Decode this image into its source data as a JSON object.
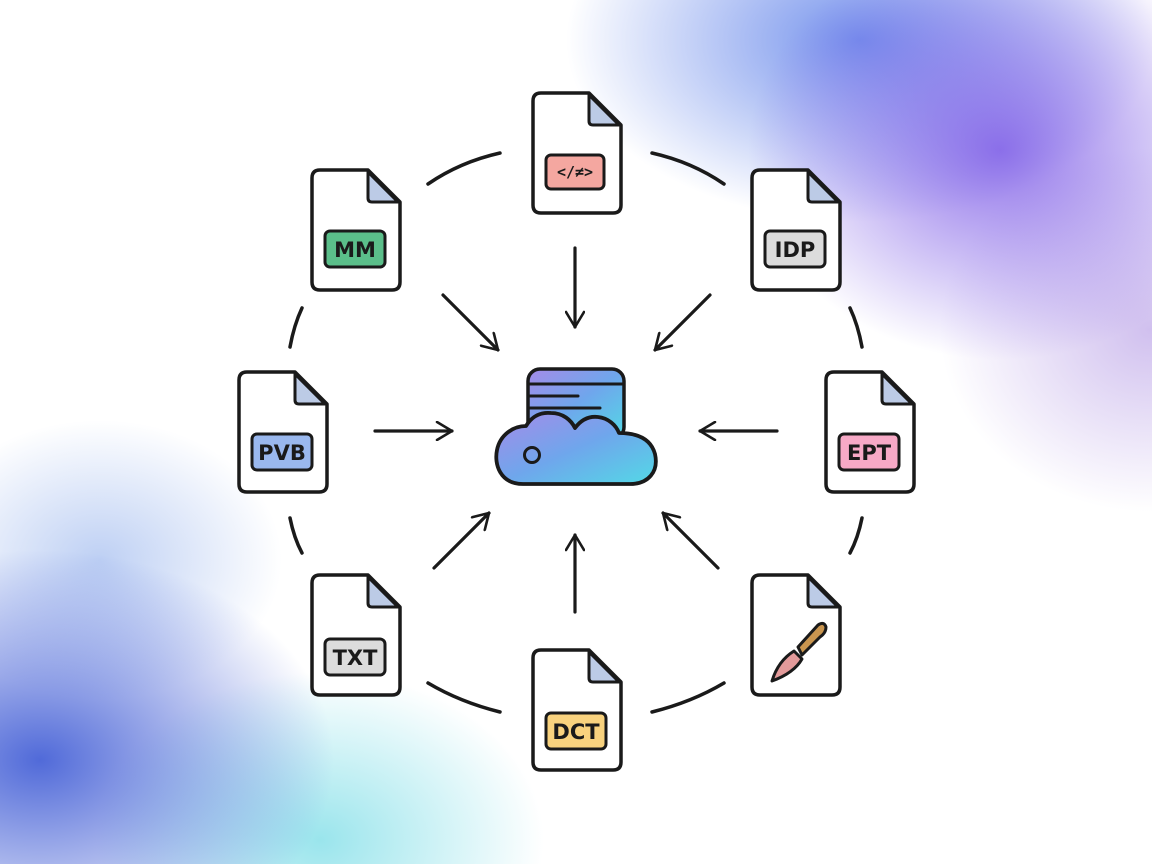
{
  "hub": {
    "icon": "cloud-database-icon"
  },
  "files": [
    {
      "id": "top",
      "label": "</≠>",
      "tag_color": "#f4a7a0",
      "icon": "code-file-icon"
    },
    {
      "id": "top-right",
      "label": "IDP",
      "tag_color": "#dcdcdc",
      "icon": "file-icon"
    },
    {
      "id": "right",
      "label": "EPT",
      "tag_color": "#f7a9c6",
      "icon": "file-icon"
    },
    {
      "id": "bottom-right",
      "label": "",
      "tag_color": "",
      "icon": "paintbrush-file-icon"
    },
    {
      "id": "bottom",
      "label": "DCT",
      "tag_color": "#f8d27e",
      "icon": "file-icon"
    },
    {
      "id": "bottom-left",
      "label": "TXT",
      "tag_color": "#dcdcdc",
      "icon": "file-icon"
    },
    {
      "id": "left",
      "label": "PVB",
      "tag_color": "#9ab8ee",
      "icon": "file-icon"
    },
    {
      "id": "top-left",
      "label": "MM",
      "tag_color": "#5bbf8a",
      "icon": "file-icon"
    }
  ],
  "colors": {
    "stroke": "#1a1a1a",
    "file_fill": "#ffffff",
    "file_fold": "#bccbe6",
    "cloud_gradient": [
      "#a58be8",
      "#6fa6ec",
      "#53d9e6"
    ]
  }
}
